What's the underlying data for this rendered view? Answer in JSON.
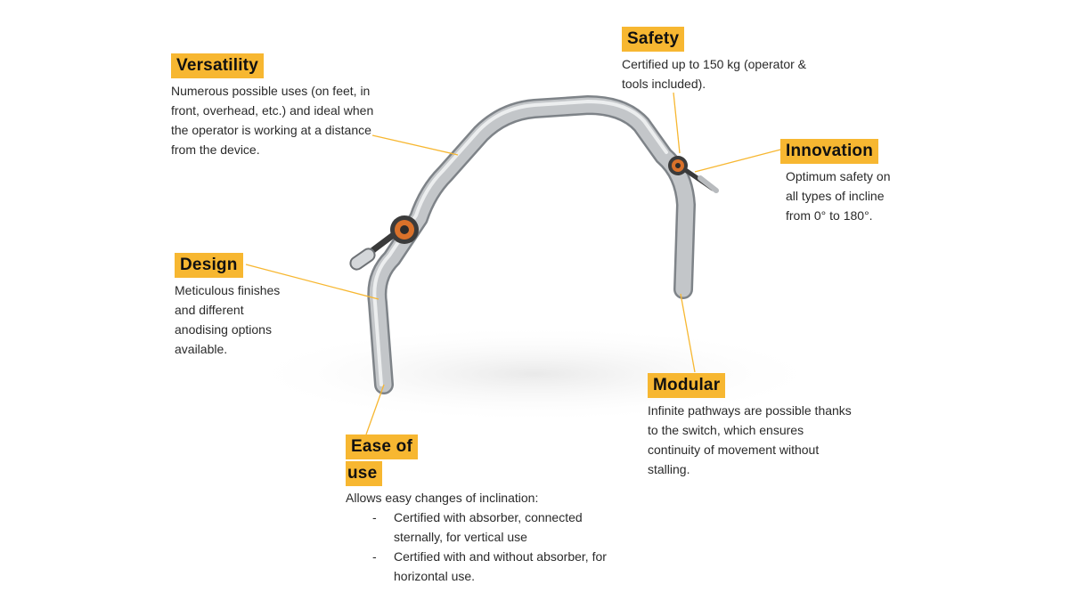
{
  "colors": {
    "accent": "#f7b731",
    "rail": "#b9bcbf",
    "device": "#d9712a",
    "leader_line": "#f7b731"
  },
  "callouts": {
    "versatility": {
      "title": "Versatility",
      "lines": [
        "Numerous possible uses (on feet, in",
        "front, overhead, etc.) and ideal when",
        "the operator is working at a distance",
        "from the device."
      ]
    },
    "safety": {
      "title": "Safety",
      "lines": [
        "Certified up to 150 kg (operator &",
        "tools included)."
      ]
    },
    "innovation": {
      "title": "Innovation",
      "lines": [
        "Optimum safety on",
        "all types of incline",
        "from 0° to 180°."
      ]
    },
    "design": {
      "title": "Design",
      "lines": [
        "Meticulous finishes",
        "and different",
        "anodising options",
        "available."
      ]
    },
    "modular": {
      "title": "Modular",
      "lines": [
        "Infinite pathways are possible thanks",
        "to the switch, which ensures",
        "continuity of movement without",
        "stalling."
      ]
    },
    "ease_of_use": {
      "title_lines": [
        "Ease of",
        "use"
      ],
      "intro": "Allows easy changes of inclination:",
      "bullets": [
        {
          "dash": "-",
          "lines": [
            "Certified with absorber, connected",
            "sternally, for vertical use"
          ]
        },
        {
          "dash": "-",
          "lines": [
            "Certified with and without absorber, for",
            "horizontal use."
          ]
        }
      ]
    }
  }
}
